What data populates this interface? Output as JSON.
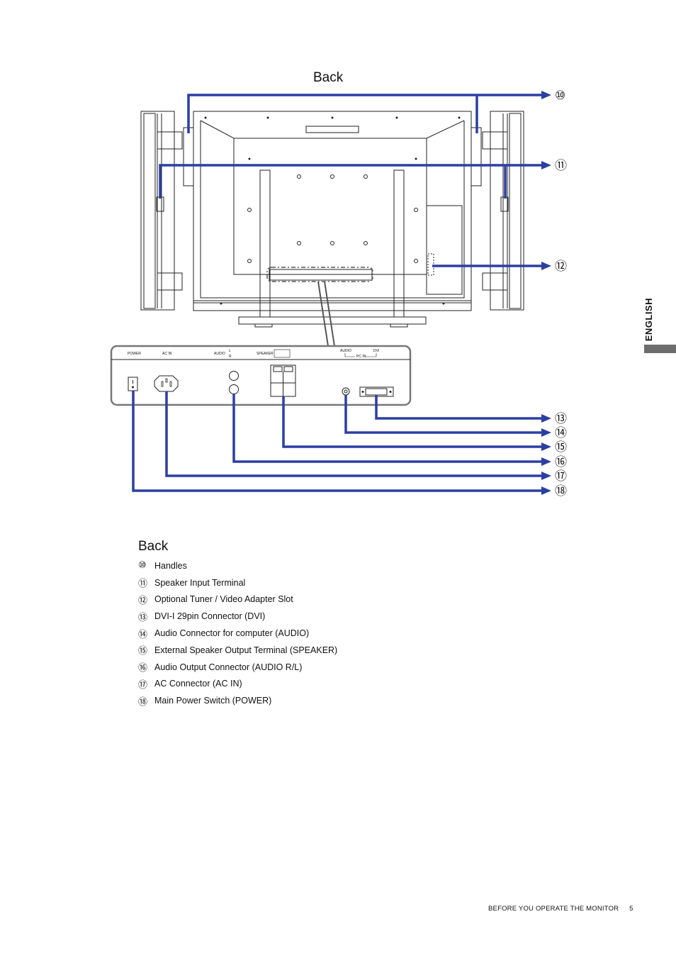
{
  "diagram": {
    "title": "Back",
    "callouts": [
      "⑩",
      "⑪",
      "⑫",
      "⑬",
      "⑭",
      "⑮",
      "⑯",
      "⑰",
      "⑱"
    ],
    "panel_labels": {
      "power": "POWER",
      "ac_in": "AC IN",
      "audio_out": "AUDIO",
      "audio_l": "L",
      "audio_r": "R",
      "speaker": "SPEAKER",
      "audio_in": "AUDIO",
      "dvi": "DVI",
      "pc_in": "PC IN"
    },
    "line_color": "#2b3fa3"
  },
  "side_tab": {
    "label": "ENGLISH"
  },
  "legend": {
    "title": "Back",
    "items": [
      {
        "num": "⑩",
        "text": "Handles"
      },
      {
        "num": "⑪",
        "text": "Speaker Input Terminal"
      },
      {
        "num": "⑫",
        "text": "Optional Tuner / Video Adapter Slot"
      },
      {
        "num": "⑬",
        "text": "DVI-I 29pin Connector (DVI)"
      },
      {
        "num": "⑭",
        "text": "Audio Connector for computer (AUDIO)"
      },
      {
        "num": "⑮",
        "text": "External Speaker Output Terminal (SPEAKER)"
      },
      {
        "num": "⑯",
        "text": "Audio Output Connector (AUDIO R/L)"
      },
      {
        "num": "⑰",
        "text": "AC Connector (AC IN)"
      },
      {
        "num": "⑱",
        "text": "Main Power Switch (POWER)"
      }
    ]
  },
  "footer": {
    "section": "BEFORE YOU OPERATE THE MONITOR",
    "page": "5"
  }
}
